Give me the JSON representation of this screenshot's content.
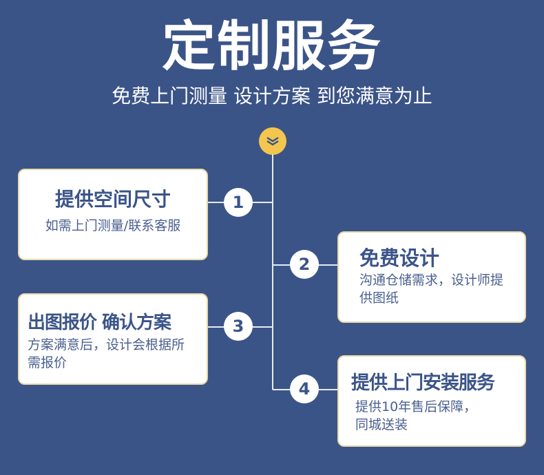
{
  "header": {
    "title": "定制服务",
    "subtitle": "免费上门测量 设计方案 到您满意为止"
  },
  "badge": {
    "icon": "double-chevron-down-icon",
    "color": "#f3c64e"
  },
  "steps": [
    {
      "number": "1",
      "title": "提供空间尺寸",
      "desc": "如需上门测量/联系客服"
    },
    {
      "number": "2",
      "title": "免费设计",
      "desc": "沟通仓储需求，设计师提供图纸"
    },
    {
      "number": "3",
      "title": "出图报价 确认方案",
      "desc": "方案满意后，设计会根据所需报价"
    },
    {
      "number": "4",
      "title": "提供上门安装服务",
      "desc": "提供10年售后保障，同城送装"
    }
  ],
  "colors": {
    "background": "#3b5488",
    "accent": "#f3c64e",
    "card": "#ffffff",
    "text": "#3b5488"
  }
}
